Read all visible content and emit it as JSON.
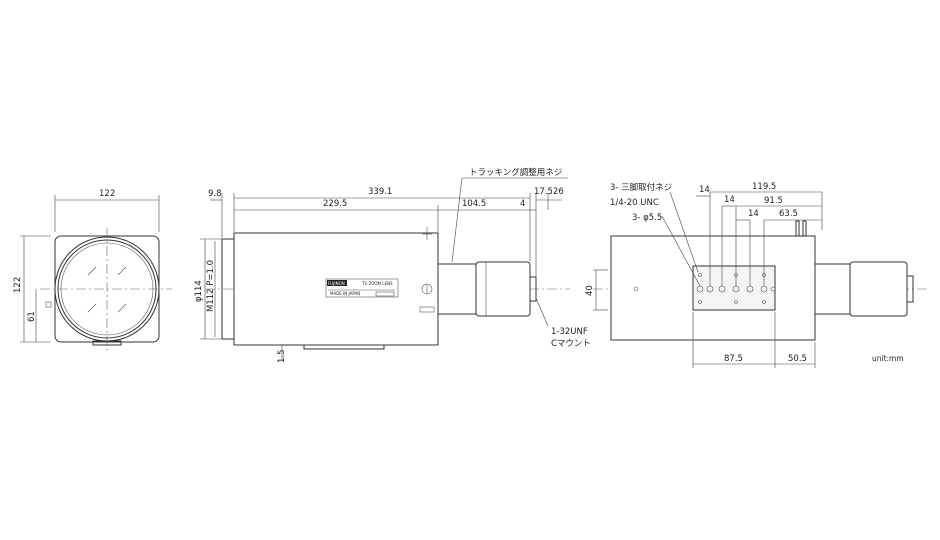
{
  "front_view": {
    "width": "122",
    "height": "122",
    "offset": "61"
  },
  "side_view": {
    "flange": "9.8",
    "overall": "339.1",
    "body": "229.5",
    "front": "104.5",
    "ring": "4",
    "flange_back": "17.526",
    "diameter": "φ114",
    "thread": "M112 P=1.0",
    "step": "1.5",
    "tracking_note": "トラッキング調整用ネジ",
    "mount_thread": "1-32UNF",
    "mount_name": "Cマウント"
  },
  "bottom_view": {
    "d14a": "14",
    "d119_5": "119.5",
    "d14b": "14",
    "d91_5": "91.5",
    "d14c": "14",
    "d63_5": "63.5",
    "screw_note": "3- 三脚取付ネジ",
    "screw_spec": "1/4-20 UNC",
    "hole_note": "3- φ5.5",
    "height": "40",
    "d87_5": "87.5",
    "d50_5": "50.5"
  },
  "unit": "unit:mm",
  "label_plate": {
    "brand": "FUJINON",
    "model": "TV ZOOM LENS",
    "line2": "MADE IN JAPAN"
  }
}
